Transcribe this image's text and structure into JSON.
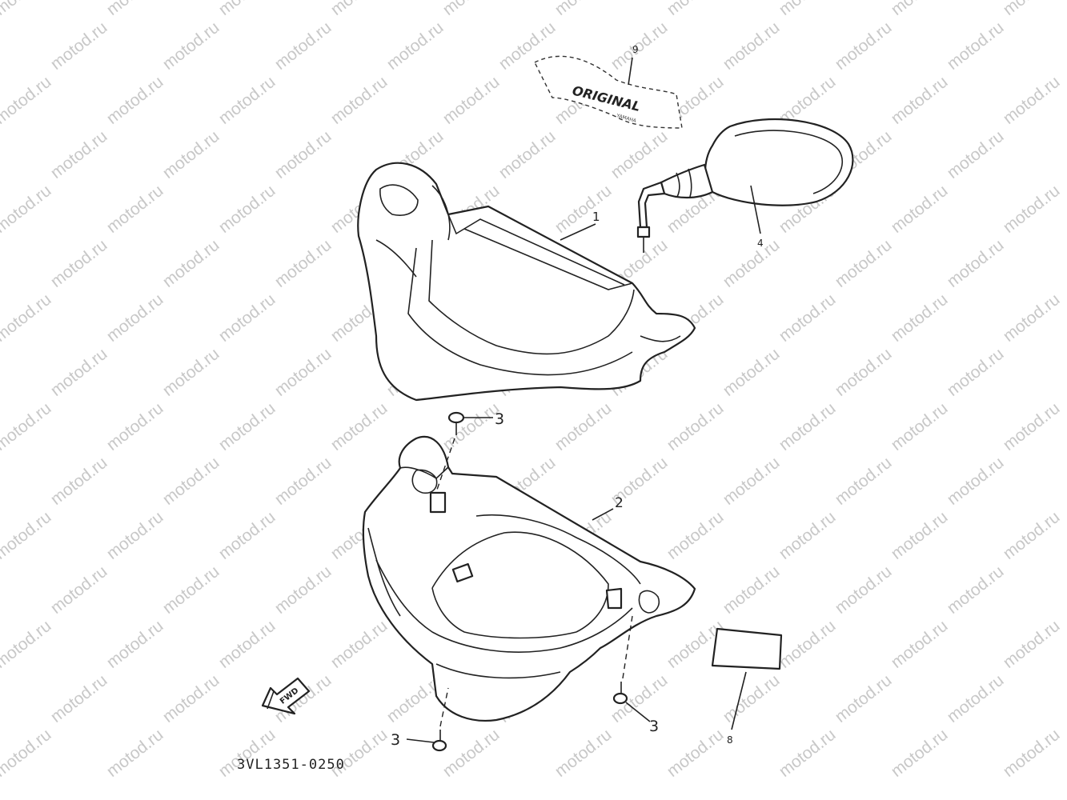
{
  "diagram": {
    "watermark": "motod.ru",
    "catalog_code": "3VL1351-0250",
    "callouts": [
      {
        "id": "1",
        "label": "1"
      },
      {
        "id": "2",
        "label": "2"
      },
      {
        "id": "3a",
        "label": "3"
      },
      {
        "id": "3b",
        "label": "3"
      },
      {
        "id": "3c",
        "label": "3"
      },
      {
        "id": "4",
        "label": "4"
      },
      {
        "id": "8",
        "label": "8"
      },
      {
        "id": "9",
        "label": "9"
      }
    ],
    "decal_text": "ORIGINAL",
    "decal_small_text": "YAMAHA",
    "direction_marker": "FWD"
  }
}
